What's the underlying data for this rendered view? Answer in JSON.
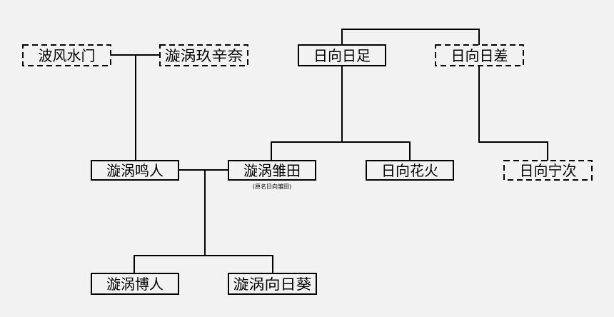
{
  "nodes": {
    "minato": {
      "label": "波风水门",
      "style": "dashed"
    },
    "kushina": {
      "label": "漩涡玖辛奈",
      "style": "dashed"
    },
    "hiashi": {
      "label": "日向日足",
      "style": "solid"
    },
    "hizashi": {
      "label": "日向日差",
      "style": "dashed"
    },
    "naruto": {
      "label": "漩涡鸣人",
      "style": "solid"
    },
    "hinata": {
      "label": "漩涡雏田",
      "style": "solid",
      "note": "(原名日向雏田)"
    },
    "hanabi": {
      "label": "日向花火",
      "style": "solid"
    },
    "neji": {
      "label": "日向宁次",
      "style": "dashed"
    },
    "boruto": {
      "label": "漩涡博人",
      "style": "solid"
    },
    "himawari": {
      "label": "漩涡向日葵",
      "style": "solid"
    }
  }
}
